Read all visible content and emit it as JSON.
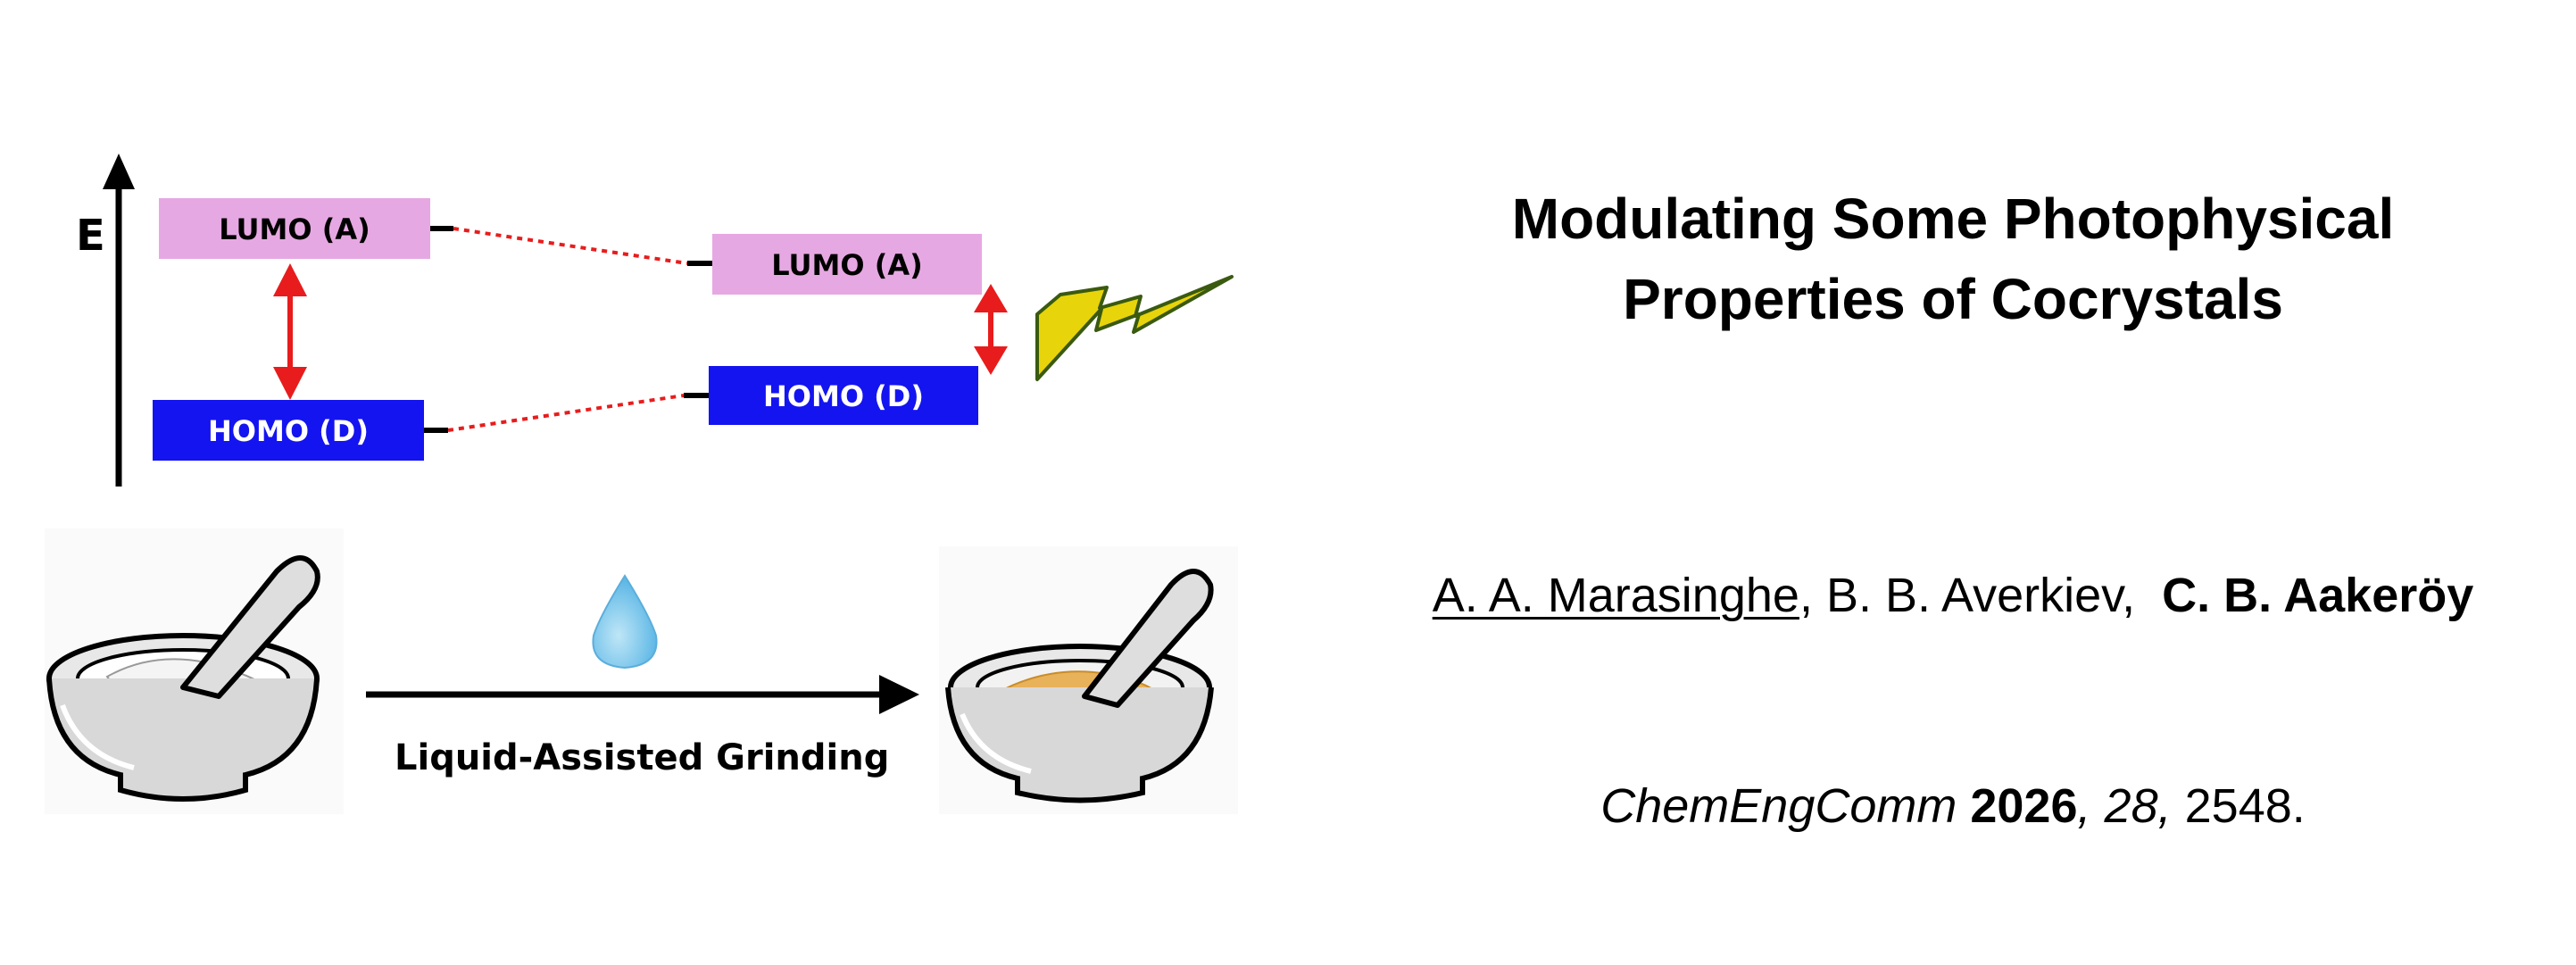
{
  "diagram": {
    "energy_axis_label": "E",
    "left_lumo_label": "LUMO (A)",
    "left_homo_label": "HOMO (D)",
    "right_lumo_label": "LUMO (A)",
    "right_homo_label": "HOMO (D)",
    "process_label": "Liquid-Assisted Grinding"
  },
  "paper": {
    "title_line1": "Modulating Some Photophysical",
    "title_line2": "Properties of Cocrystals",
    "author1": "A. A. Marasinghe",
    "author_sep1": ",",
    "author2": "B. B. Averkiev,",
    "author3": "C. B. Aakeröy",
    "journal": "ChemEngComm",
    "year": "2026",
    "comma1": ",",
    "volume": "28,",
    "pages": "2548",
    "period": "."
  },
  "colors": {
    "lumo": "#e6a8e2",
    "homo": "#1414f0",
    "arrow_red": "#e81c1c",
    "lightning": "#e8d40a",
    "water_drop": "#7cc6ea",
    "powder": "#e8b25a"
  }
}
